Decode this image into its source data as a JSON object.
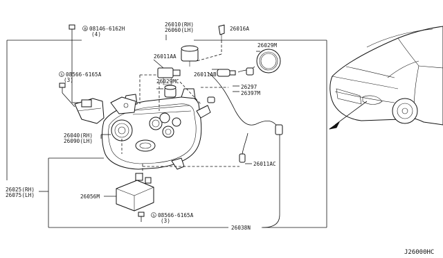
{
  "diagram": {
    "code": "J26000HC",
    "labels": {
      "bolt_top": "08146-6162H",
      "bolt_top_qty": "(4)",
      "top_pair_rh": "26010(RH)",
      "top_pair_lh": "26060(LH)",
      "p26016A": "26016A",
      "p26029M": "26029M",
      "p26011AA": "26011AA",
      "p26011AB": "26011AB",
      "p26029MC": "26029MC",
      "screw_mid": "08566-6165A",
      "screw_mid_qty": "(3)",
      "p26297": "26297",
      "p26397M": "26397M",
      "bracket_rh": "26040(RH)",
      "bracket_lh": "26090(LH)",
      "p26011AC": "26011AC",
      "assy_rh": "26025(RH)",
      "assy_lh": "26075(LH)",
      "p26056M": "26056M",
      "screw_bottom": "08566-6165A",
      "screw_bottom_qty": "(3)",
      "p26038N": "26038N"
    }
  }
}
